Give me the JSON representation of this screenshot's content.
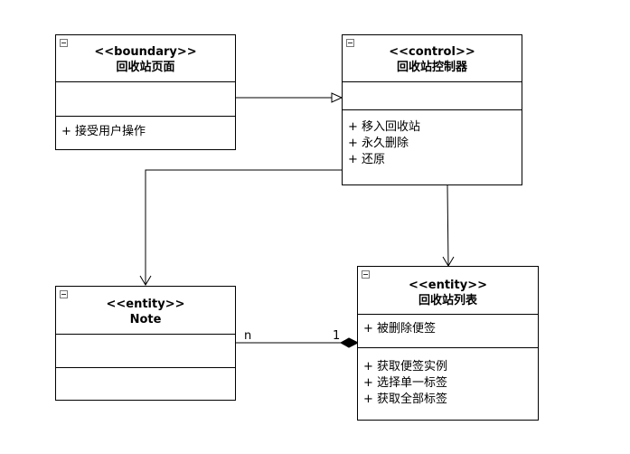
{
  "classes": {
    "boundary_page": {
      "stereotype": "<<boundary>>",
      "name": "回收站页面",
      "attributes": [],
      "operations": [
        "+ 接受用户操作"
      ]
    },
    "control": {
      "stereotype": "<<control>>",
      "name": "回收站控制器",
      "attributes": [],
      "operations": [
        "+ 移入回收站",
        "+ 永久删除",
        "+ 还原"
      ]
    },
    "note_entity": {
      "stereotype": "<<entity>>",
      "name": "Note",
      "attributes": [],
      "operations": []
    },
    "recycle_list": {
      "stereotype": "<<entity>>",
      "name": "回收站列表",
      "attributes": [
        "+ 被删除便签"
      ],
      "operations": [
        "+ 获取便签实例",
        "+ 选择单一标签",
        "+ 获取全部标签"
      ]
    }
  },
  "relations": {
    "composition": {
      "source_multiplicity": "n",
      "target_multiplicity": "1"
    }
  },
  "colors": {
    "line": "#000000",
    "background": "#ffffff"
  }
}
